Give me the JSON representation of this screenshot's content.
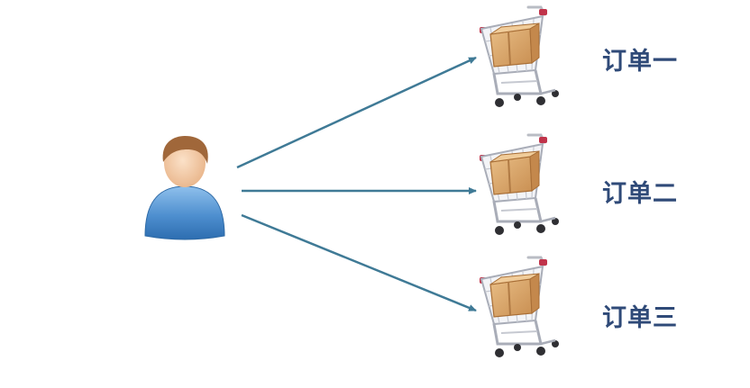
{
  "orders": [
    {
      "label": "订单一"
    },
    {
      "label": "订单二"
    },
    {
      "label": "订单三"
    }
  ],
  "icons": {
    "user": "user-avatar-icon",
    "cart": "shopping-cart-icon",
    "arrow": "arrow-right"
  },
  "colors": {
    "arrow": "#3f7a96",
    "label": "#2f4a78",
    "user_body": "#4e8fcf",
    "user_head": "#f2c6a0",
    "user_hair": "#a0673a",
    "box": "#d9a56b"
  }
}
